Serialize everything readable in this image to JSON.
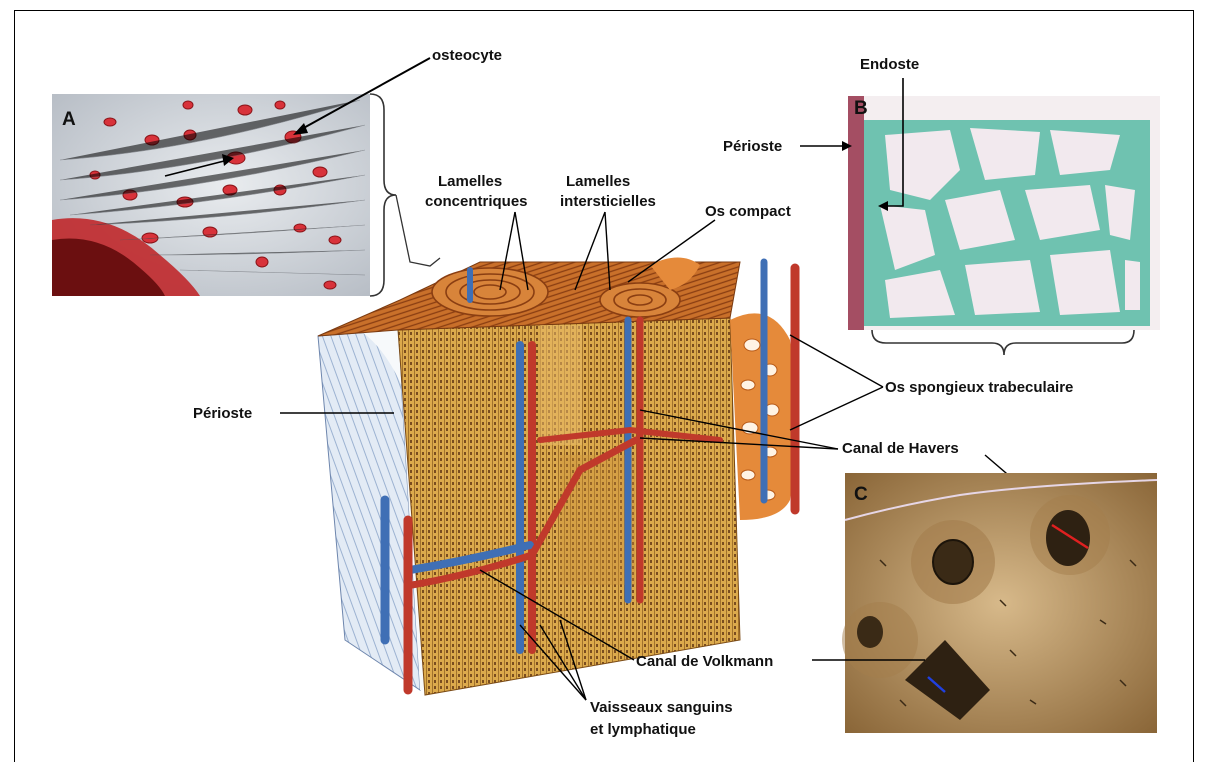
{
  "panels": {
    "a": {
      "letter": "A"
    },
    "b": {
      "letter": "B"
    },
    "c": {
      "letter": "C"
    }
  },
  "labels": {
    "osteocyte": "osteocyte",
    "endoste": "Endoste",
    "perioste_b": "Périoste",
    "lamelles_conc_1": "Lamelles",
    "lamelles_conc_2": "concentriques",
    "lamelles_inter_1": "Lamelles",
    "lamelles_inter_2": "intersticielles",
    "os_compact": "Os compact",
    "perioste_main": "Périoste",
    "os_spongieux": "Os spongieux trabeculaire",
    "canal_havers": "Canal de Havers",
    "canal_volkmann": "Canal de Volkmann",
    "vaisseaux_1": "Vaisseaux sanguins",
    "vaisseaux_2": "et lymphatique"
  },
  "colors": {
    "bone_gold": "#d9a94a",
    "vessel_red": "#c0392b",
    "vessel_blue": "#3f6fb5",
    "periosteum": "#dfe8f2",
    "trabecula_green": "#6fc2b0",
    "micrograph_brown": "#7a5a33"
  }
}
